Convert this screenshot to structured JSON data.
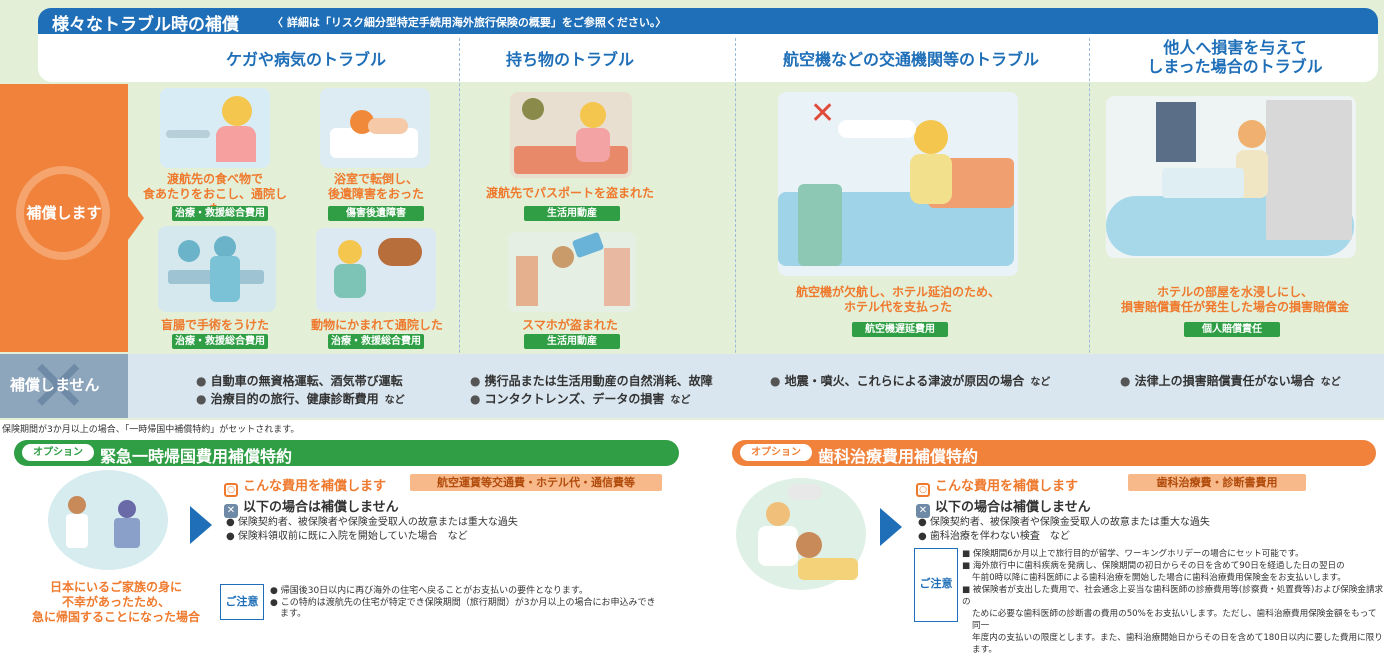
{
  "header": {
    "title": "様々なトラブル時の補償",
    "note": "〈 詳細は「リスク細分型特定手続用海外旅行保険の概要」をご参照ください。〉"
  },
  "categories": [
    "ケガや病気のトラブル",
    "持ち物のトラブル",
    "航空機などの交通機関等のトラブル",
    "他人へ損害を与えて\nしまった場合のトラブル"
  ],
  "labels": {
    "covered": "補償します",
    "not_covered": "補償しません"
  },
  "covered_items": [
    {
      "caption": "渡航先の食べ物で\n食あたりをおこし、通院した",
      "tag": "治療・救援総合費用"
    },
    {
      "caption": "浴室で転倒し、\n後遺障害をおった",
      "tag": "傷害後遺障害"
    },
    {
      "caption": "盲腸で手術をうけた",
      "tag": "治療・救援総合費用"
    },
    {
      "caption": "動物にかまれて通院した",
      "tag": "治療・救援総合費用"
    },
    {
      "caption": "渡航先でパスポートを盗まれた",
      "tag": "生活用動産"
    },
    {
      "caption": "スマホが盗まれた",
      "tag": "生活用動産"
    },
    {
      "caption": "航空機が欠航し、ホテル延泊のため、\nホテル代を支払った",
      "tag": "航空機遅延費用"
    },
    {
      "caption": "ホテルの部屋を水浸しにし、\n損害賠償責任が発生した場合の損害賠償金",
      "tag": "個人賠償責任"
    }
  ],
  "not_covered": {
    "col1": [
      "自動車の無資格運転、酒気帯び運転",
      "治療目的の旅行、健康診断費用"
    ],
    "col1_etc": "など",
    "col2": [
      "携行品または生活用動産の自然消耗、故障",
      "コンタクトレンズ、データの損害"
    ],
    "col2_etc": "など",
    "col3": [
      "地震・噴火、これらによる津波が原因の場合"
    ],
    "col3_etc": "など",
    "col4": [
      "法律上の損害賠償責任がない場合"
    ],
    "col4_etc": "など"
  },
  "set_note": "保険期間が3か月以上の場合、「一時帰国中補償特約」がセットされます。",
  "option1": {
    "pill": "オプション",
    "title": "緊急一時帰国費用補償特約",
    "ok_text": "こんな費用を補償します",
    "ok_tag": "航空運賃等交通費・ホテル代・通信費等",
    "ng_text": "以下の場合は補償しません",
    "ng_items": [
      "保険契約者、被保険者や保険金受取人の故意または重大な過失",
      "保険料領収前に既に入院を開始していた場合　など"
    ],
    "fig_caption": "日本にいるご家族の身に\n不幸があったため、\n急に帰国することになった場合",
    "caution_label": "ご注意",
    "caution_items": [
      "帰国後30日以内に再び海外の住宅へ戻ることがお支払いの要件となります。",
      "この特約は渡航先の住宅が特定でき保険期間（旅行期間）が3か月以上の場合にお申込みでき",
      "ます。"
    ]
  },
  "option2": {
    "pill": "オプション",
    "title": "歯科治療費用補償特約",
    "ok_text": "こんな費用を補償します",
    "ok_tag": "歯科治療費・診断書費用",
    "ng_text": "以下の場合は補償しません",
    "ng_items": [
      "保険契約者、被保険者や保険金受取人の故意または重大な過失",
      "歯科治療を伴わない検査　など"
    ],
    "caution_label": "ご注意",
    "caution_items": [
      "保険期間6か月以上で旅行目的が留学、ワーキングホリデーの場合にセット可能です。",
      "海外旅行中に歯科疾病を発病し、保険期間の初日からその日を含めて90日を経過した日の翌日の",
      "午前0時以降に歯科医師による歯科治療を開始した場合に歯科治療費用保険金をお支払いします。",
      "被保険者が支出した費用で、社会通念上妥当な歯科医師の診療費用等(診察費・処置費等)および保険金請求の",
      "ために必要な歯科医師の診断書の費用の50%をお支払いします。ただし、歯科治療費用保険金額をもって同一",
      "年度内の支払いの限度とします。また、歯科治療開始日からその日を含めて180日以内に要した費用に限ります。"
    ]
  },
  "colors": {
    "brand_blue": "#1f6fb8",
    "orange": "#f0823c",
    "green": "#2f9e44",
    "grey_blue": "#8ea6bc"
  }
}
